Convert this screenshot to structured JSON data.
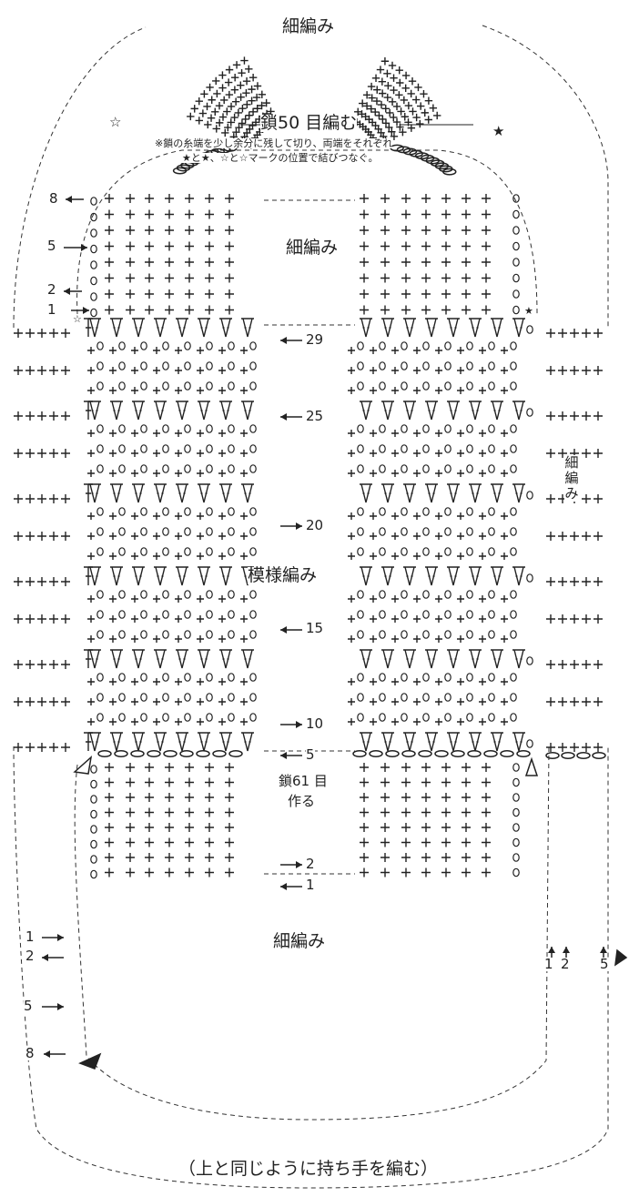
{
  "labels": {
    "top_sc": "細編み",
    "chain50": "鎖50 目編む",
    "note1": "※鎖の糸端を少し余分に残して切り、両端をそれぞれ",
    "note2": "★と★、☆と☆マークの位置で結びつなぐ。",
    "upper_sc": "細編み",
    "pattern": "模様編み",
    "side_sc": "細\n編\nみ",
    "chain61": "鎖61 目",
    "make": "作る",
    "lower_sc": "細編み",
    "footer": "（上と同じように持ち手を編む）"
  },
  "marks": {
    "star_black": "★",
    "star_white": "☆"
  },
  "row_numbers": {
    "upper_left": [
      "8",
      "5",
      "2",
      "1"
    ],
    "body": [
      "29",
      "25",
      "20",
      "15",
      "10",
      "5",
      "2",
      "1"
    ],
    "lower_left": [
      "1",
      "2",
      "5",
      "8"
    ],
    "lower_right": [
      "1",
      "2",
      "5"
    ]
  },
  "colors": {
    "ink": "#222222",
    "background": "#ffffff"
  }
}
